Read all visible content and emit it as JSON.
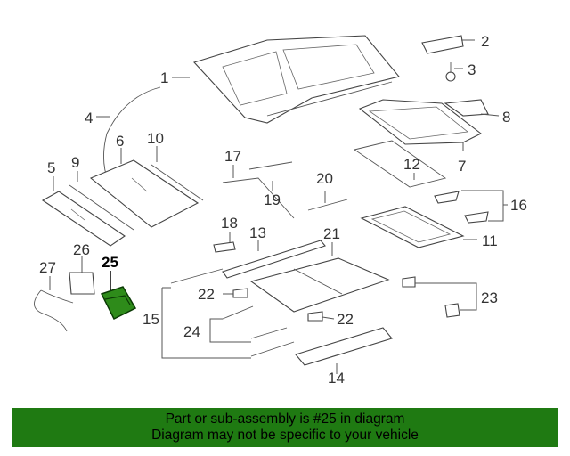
{
  "diagram": {
    "callouts": [
      "1",
      "2",
      "3",
      "4",
      "5",
      "6",
      "7",
      "8",
      "9",
      "10",
      "11",
      "12",
      "13",
      "14",
      "15",
      "16",
      "17",
      "18",
      "19",
      "20",
      "21",
      "22",
      "22",
      "23",
      "24",
      "25",
      "26",
      "27"
    ],
    "highlighted": "25",
    "highlight_color": "#2e8b1a"
  },
  "banner": {
    "line1": "Part or sub-assembly is #25 in diagram",
    "line2": "Diagram may not be specific to your vehicle",
    "background": "#1f7a12"
  }
}
